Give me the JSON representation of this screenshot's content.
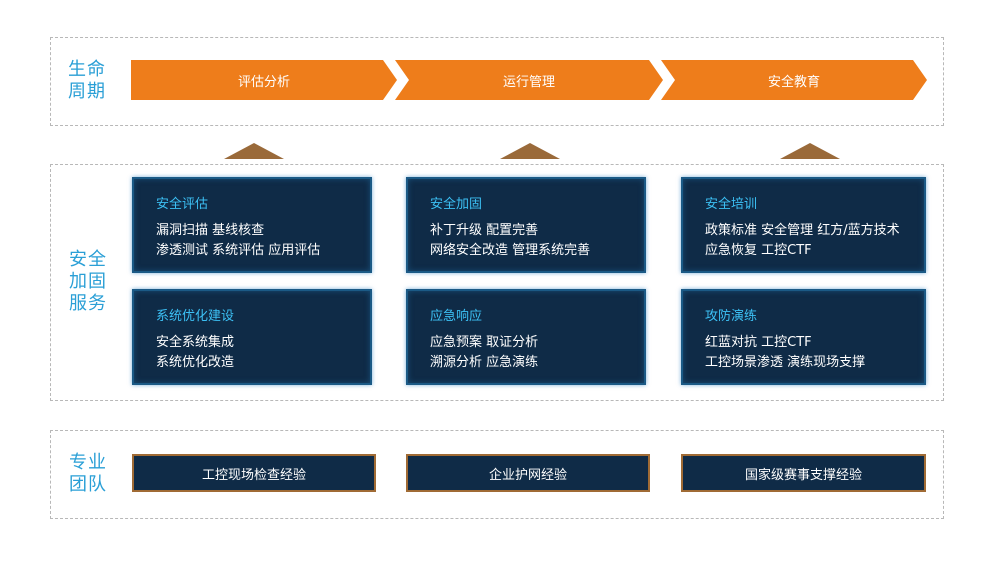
{
  "lifecycle": {
    "label": "生命\n周期",
    "stages": [
      "评估分析",
      "运行管理",
      "安全教育"
    ]
  },
  "services": {
    "label": "安全\n加固\n服务",
    "cards": [
      {
        "title": "安全评估",
        "lines": [
          "漏洞扫描 基线核查",
          "渗透测试 系统评估 应用评估"
        ]
      },
      {
        "title": "安全加固",
        "lines": [
          "补丁升级 配置完善",
          "网络安全改造 管理系统完善"
        ]
      },
      {
        "title": "安全培训",
        "lines": [
          "政策标准 安全管理 红方/蓝方技术",
          "应急恢复 工控CTF"
        ]
      },
      {
        "title": "系统优化建设",
        "lines": [
          "安全系统集成",
          "系统优化改造"
        ]
      },
      {
        "title": "应急响应",
        "lines": [
          "应急预案 取证分析",
          "溯源分析 应急演练"
        ]
      },
      {
        "title": "攻防演练",
        "lines": [
          "红蓝对抗 工控CTF",
          "工控场景渗透 演练现场支撑"
        ]
      }
    ]
  },
  "team": {
    "label": "专业\n团队",
    "items": [
      "工控现场检查经验",
      "企业护网经验",
      "国家级赛事支撑经验"
    ]
  },
  "colors": {
    "accent_orange": "#ee7d1b",
    "label_blue": "#2a9fd6",
    "card_bg": "#0f2b47",
    "card_title": "#3cc0f4"
  }
}
